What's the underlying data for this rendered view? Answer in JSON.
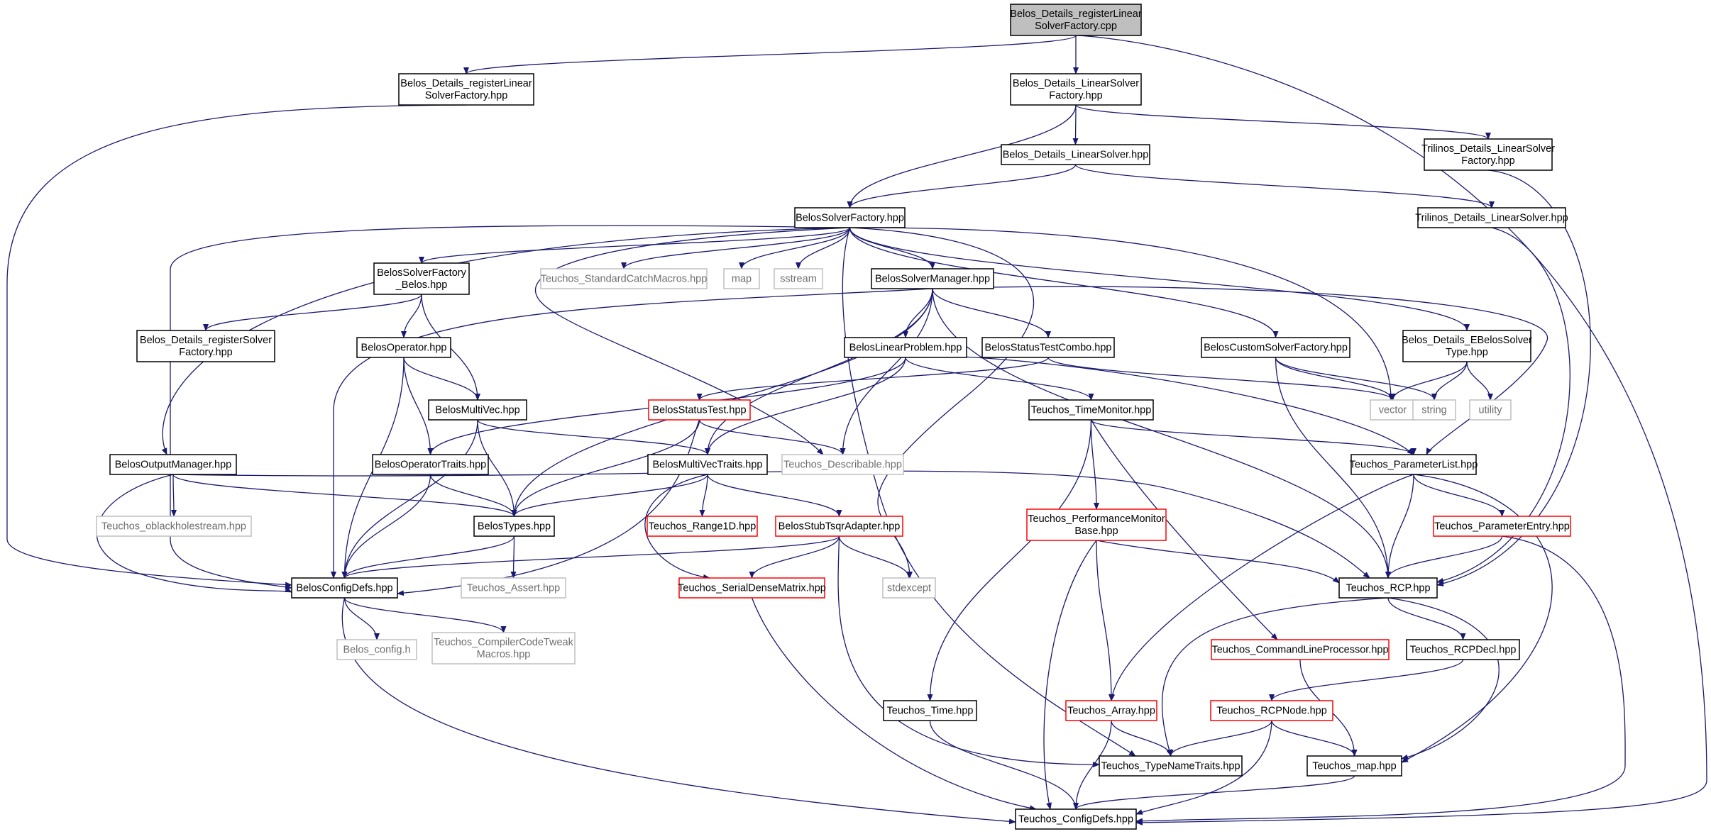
{
  "diagram": {
    "type": "include-dependency-graph",
    "colors": {
      "edge": "#191970",
      "root_fill": "#bfbfbf",
      "node_border": "#000000",
      "missing_border": "#ff0000",
      "external_border": "#bfbfbf",
      "external_text": "#6e6e6e",
      "text": "#000000"
    },
    "nodes": [
      {
        "id": "root",
        "style": "root",
        "lines": [
          "Belos_Details_registerLinear",
          "SolverFactory.cpp"
        ]
      },
      {
        "id": "reg_hpp",
        "style": "normal",
        "lines": [
          "Belos_Details_registerLinear",
          "SolverFactory.hpp"
        ]
      },
      {
        "id": "lsf",
        "style": "normal",
        "lines": [
          "Belos_Details_LinearSolver",
          "Factory.hpp"
        ]
      },
      {
        "id": "ls",
        "style": "normal",
        "lines": [
          "Belos_Details_LinearSolver.hpp"
        ]
      },
      {
        "id": "tri_lsf",
        "style": "normal",
        "lines": [
          "Trilinos_Details_LinearSolver",
          "Factory.hpp"
        ]
      },
      {
        "id": "tri_ls",
        "style": "normal",
        "lines": [
          "Trilinos_Details_LinearSolver.hpp"
        ]
      },
      {
        "id": "bsf",
        "style": "normal",
        "lines": [
          "BelosSolverFactory.hpp"
        ]
      },
      {
        "id": "bsf_belos",
        "style": "normal",
        "lines": [
          "BelosSolverFactory",
          "_Belos.hpp"
        ]
      },
      {
        "id": "catch",
        "style": "external",
        "lines": [
          "Teuchos_StandardCatchMacros.hpp"
        ]
      },
      {
        "id": "map",
        "style": "external",
        "lines": [
          "map"
        ]
      },
      {
        "id": "sstream",
        "style": "external",
        "lines": [
          "sstream"
        ]
      },
      {
        "id": "bsm",
        "style": "normal",
        "lines": [
          "BelosSolverManager.hpp"
        ]
      },
      {
        "id": "reg_solver",
        "style": "normal",
        "lines": [
          "Belos_Details_registerSolver",
          "Factory.hpp"
        ]
      },
      {
        "id": "bop",
        "style": "normal",
        "lines": [
          "BelosOperator.hpp"
        ]
      },
      {
        "id": "blp",
        "style": "normal",
        "lines": [
          "BelosLinearProblem.hpp"
        ]
      },
      {
        "id": "bstc",
        "style": "normal",
        "lines": [
          "BelosStatusTestCombo.hpp"
        ]
      },
      {
        "id": "bcsf",
        "style": "normal",
        "lines": [
          "BelosCustomSolverFactory.hpp"
        ]
      },
      {
        "id": "ebs",
        "style": "normal",
        "lines": [
          "Belos_Details_EBelosSolver",
          "Type.hpp"
        ]
      },
      {
        "id": "bmv",
        "style": "normal",
        "lines": [
          "BelosMultiVec.hpp"
        ]
      },
      {
        "id": "bst",
        "style": "missing",
        "lines": [
          "BelosStatusTest.hpp"
        ]
      },
      {
        "id": "ttm",
        "style": "normal",
        "lines": [
          "Teuchos_TimeMonitor.hpp"
        ]
      },
      {
        "id": "vector",
        "style": "external",
        "lines": [
          "vector"
        ]
      },
      {
        "id": "string",
        "style": "external",
        "lines": [
          "string"
        ]
      },
      {
        "id": "utility",
        "style": "external",
        "lines": [
          "utility"
        ]
      },
      {
        "id": "bom",
        "style": "normal",
        "lines": [
          "BelosOutputManager.hpp"
        ]
      },
      {
        "id": "bopt",
        "style": "normal",
        "lines": [
          "BelosOperatorTraits.hpp"
        ]
      },
      {
        "id": "bmvt",
        "style": "normal",
        "lines": [
          "BelosMultiVecTraits.hpp"
        ]
      },
      {
        "id": "tdesc",
        "style": "external",
        "lines": [
          "Teuchos_Describable.hpp"
        ]
      },
      {
        "id": "tpl",
        "style": "normal",
        "lines": [
          "Teuchos_ParameterList.hpp"
        ]
      },
      {
        "id": "toblack",
        "style": "external",
        "lines": [
          "Teuchos_oblackholestream.hpp"
        ]
      },
      {
        "id": "btypes",
        "style": "normal",
        "lines": [
          "BelosTypes.hpp"
        ]
      },
      {
        "id": "trange",
        "style": "missing",
        "lines": [
          "Teuchos_Range1D.hpp"
        ]
      },
      {
        "id": "bstsqr",
        "style": "missing",
        "lines": [
          "BelosStubTsqrAdapter.hpp"
        ]
      },
      {
        "id": "tpmb",
        "style": "missing",
        "lines": [
          "Teuchos_PerformanceMonitor",
          "Base.hpp"
        ]
      },
      {
        "id": "tpe",
        "style": "missing",
        "lines": [
          "Teuchos_ParameterEntry.hpp"
        ]
      },
      {
        "id": "bcd",
        "style": "normal",
        "lines": [
          "BelosConfigDefs.hpp"
        ]
      },
      {
        "id": "tassert",
        "style": "external",
        "lines": [
          "Teuchos_Assert.hpp"
        ]
      },
      {
        "id": "tsdm",
        "style": "missing",
        "lines": [
          "Teuchos_SerialDenseMatrix.hpp"
        ]
      },
      {
        "id": "stdexcept",
        "style": "external",
        "lines": [
          "stdexcept"
        ]
      },
      {
        "id": "trcp",
        "style": "normal",
        "lines": [
          "Teuchos_RCP.hpp"
        ]
      },
      {
        "id": "bconfig",
        "style": "external",
        "lines": [
          "Belos_config.h"
        ]
      },
      {
        "id": "tcct",
        "style": "external",
        "lines": [
          "Teuchos_CompilerCodeTweak",
          "Macros.hpp"
        ]
      },
      {
        "id": "tclp",
        "style": "missing",
        "lines": [
          "Teuchos_CommandLineProcessor.hpp"
        ]
      },
      {
        "id": "trcpdecl",
        "style": "normal",
        "lines": [
          "Teuchos_RCPDecl.hpp"
        ]
      },
      {
        "id": "ttime",
        "style": "normal",
        "lines": [
          "Teuchos_Time.hpp"
        ]
      },
      {
        "id": "tarray",
        "style": "missing",
        "lines": [
          "Teuchos_Array.hpp"
        ]
      },
      {
        "id": "trcpnode",
        "style": "missing",
        "lines": [
          "Teuchos_RCPNode.hpp"
        ]
      },
      {
        "id": "ttnt",
        "style": "normal",
        "lines": [
          "Teuchos_TypeNameTraits.hpp"
        ]
      },
      {
        "id": "tmap",
        "style": "normal",
        "lines": [
          "Teuchos_map.hpp"
        ]
      },
      {
        "id": "tcd",
        "style": "normal",
        "lines": [
          "Teuchos_ConfigDefs.hpp"
        ]
      }
    ],
    "edges": [
      [
        "root",
        "reg_hpp"
      ],
      [
        "root",
        "lsf"
      ],
      [
        "root",
        "tcd"
      ],
      [
        "reg_hpp",
        "bcd"
      ],
      [
        "lsf",
        "ls"
      ],
      [
        "lsf",
        "tri_lsf"
      ],
      [
        "lsf",
        "bsf"
      ],
      [
        "ls",
        "bsf"
      ],
      [
        "ls",
        "tri_ls"
      ],
      [
        "tri_lsf",
        "trcp"
      ],
      [
        "tri_ls",
        "trcp"
      ],
      [
        "bsf",
        "bsf_belos"
      ],
      [
        "bsf",
        "catch"
      ],
      [
        "bsf",
        "map"
      ],
      [
        "bsf",
        "sstream"
      ],
      [
        "bsf",
        "bsm"
      ],
      [
        "bsf",
        "bcsf"
      ],
      [
        "bsf",
        "ebs"
      ],
      [
        "bsf",
        "bom"
      ],
      [
        "bsf",
        "bcd"
      ],
      [
        "bsf",
        "tdesc"
      ],
      [
        "bsf",
        "stdexcept"
      ],
      [
        "bsf",
        "ttnt"
      ],
      [
        "bsf",
        "vector"
      ],
      [
        "bsf_belos",
        "reg_solver"
      ],
      [
        "bsf_belos",
        "bop"
      ],
      [
        "bsf_belos",
        "bmv"
      ],
      [
        "bsm",
        "blp"
      ],
      [
        "bsm",
        "bstc"
      ],
      [
        "bsm",
        "tdesc"
      ],
      [
        "bsm",
        "btypes"
      ],
      [
        "bsm",
        "bcd"
      ],
      [
        "bsm",
        "bmvt"
      ],
      [
        "bsm",
        "tpl"
      ],
      [
        "bsm",
        "trcp"
      ],
      [
        "bop",
        "bmv"
      ],
      [
        "bop",
        "bopt"
      ],
      [
        "bop",
        "bcd"
      ],
      [
        "blp",
        "bmvt"
      ],
      [
        "blp",
        "bopt"
      ],
      [
        "blp",
        "ttm"
      ],
      [
        "blp",
        "tpl"
      ],
      [
        "bstc",
        "bst"
      ],
      [
        "bstc",
        "vector"
      ],
      [
        "bcsf",
        "vector"
      ],
      [
        "bcsf",
        "string"
      ],
      [
        "bcsf",
        "trcp"
      ],
      [
        "ebs",
        "vector"
      ],
      [
        "ebs",
        "string"
      ],
      [
        "ebs",
        "utility"
      ],
      [
        "bmv",
        "bmvt"
      ],
      [
        "bmv",
        "btypes"
      ],
      [
        "bmv",
        "bcd"
      ],
      [
        "bst",
        "tdesc"
      ],
      [
        "bst",
        "btypes"
      ],
      [
        "bst",
        "bcd"
      ],
      [
        "ttm",
        "tpl"
      ],
      [
        "ttm",
        "tpmb"
      ],
      [
        "ttm",
        "ttime"
      ],
      [
        "ttm",
        "tclp"
      ],
      [
        "bom",
        "toblack"
      ],
      [
        "bom",
        "btypes"
      ],
      [
        "bom",
        "bcd"
      ],
      [
        "bom",
        "trcp"
      ],
      [
        "bopt",
        "btypes"
      ],
      [
        "bopt",
        "bcd"
      ],
      [
        "bmvt",
        "btypes"
      ],
      [
        "bmvt",
        "trange"
      ],
      [
        "bmvt",
        "bstsqr"
      ],
      [
        "bmvt",
        "tsdm"
      ],
      [
        "tpl",
        "trcp"
      ],
      [
        "tpl",
        "tpe"
      ],
      [
        "tpl",
        "tarray"
      ],
      [
        "tpl",
        "tmap"
      ],
      [
        "btypes",
        "bcd"
      ],
      [
        "btypes",
        "tassert"
      ],
      [
        "bstsqr",
        "tsdm"
      ],
      [
        "bstsqr",
        "stdexcept"
      ],
      [
        "bstsqr",
        "bcd"
      ],
      [
        "bstsqr",
        "ttnt"
      ],
      [
        "tpmb",
        "trcp"
      ],
      [
        "tpmb",
        "tarray"
      ],
      [
        "tpmb",
        "tcd"
      ],
      [
        "tpe",
        "trcp"
      ],
      [
        "tpe",
        "tcd"
      ],
      [
        "bcd",
        "bconfig"
      ],
      [
        "bcd",
        "tcct"
      ],
      [
        "bcd",
        "tcd"
      ],
      [
        "tsdm",
        "tcd"
      ],
      [
        "trcp",
        "trcpdecl"
      ],
      [
        "trcp",
        "ttnt"
      ],
      [
        "trcp",
        "tmap"
      ],
      [
        "trcpdecl",
        "trcpnode"
      ],
      [
        "tclp",
        "tmap"
      ],
      [
        "ttime",
        "tcd"
      ],
      [
        "tarray",
        "ttnt"
      ],
      [
        "tarray",
        "tcd"
      ],
      [
        "trcpnode",
        "ttnt"
      ],
      [
        "trcpnode",
        "tmap"
      ],
      [
        "trcpnode",
        "tcd"
      ],
      [
        "tmap",
        "tcd"
      ]
    ]
  }
}
